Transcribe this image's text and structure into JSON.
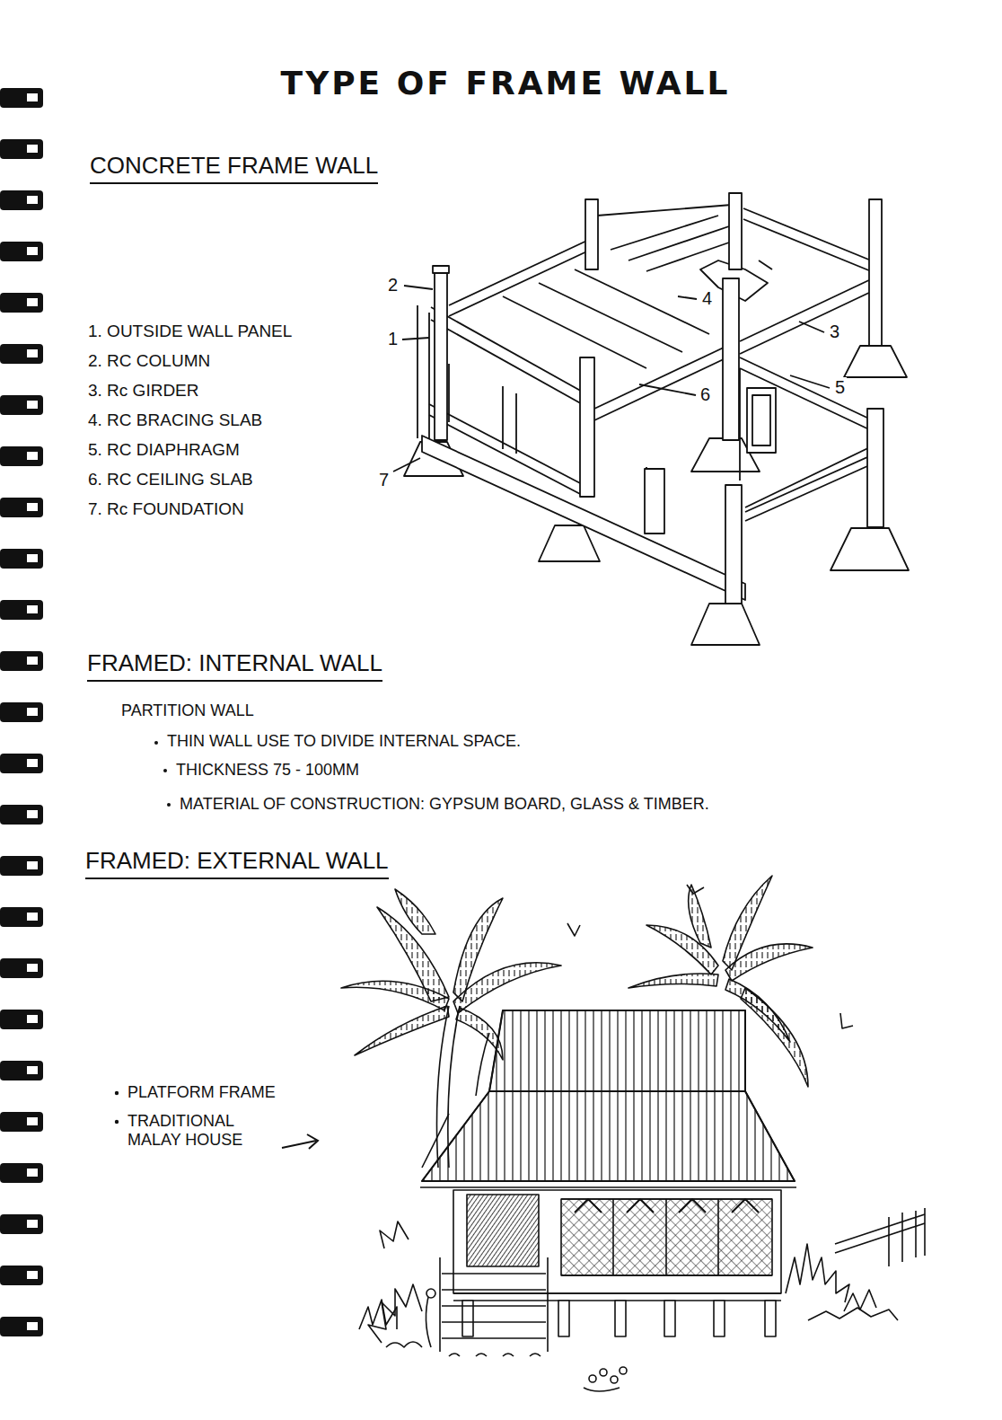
{
  "diagram": {
    "title": "TYPE OF FRAME WALL",
    "labels": [
      "CONCRETE FRAME WALL",
      "1. OUTSIDE WALL PANEL",
      "2. RC COLUMN",
      "3. Rc GIRDER",
      "4. RC BRACING SLAB",
      "5. RC DIAPHRAGM",
      "6. RC CEILING SLAB",
      "7. Rc FOUNDATION",
      "2",
      "1",
      "4",
      "3",
      "6",
      "5",
      "7",
      "FRAMED: INTERNAL WALL",
      "PARTITION WALL",
      "THIN WALL USE TO DIVIDE INTERNAL SPACE.",
      "THICKNESS 75 - 100MM",
      "MATERIAL OF CONSTRUCTION: GYPSUM BOARD, GLASS & TIMBER.",
      "FRAMED: EXTERNAL WALL",
      "PLATFORM FRAME",
      "TRADITIONAL MALAY HOUSE"
    ]
  }
}
